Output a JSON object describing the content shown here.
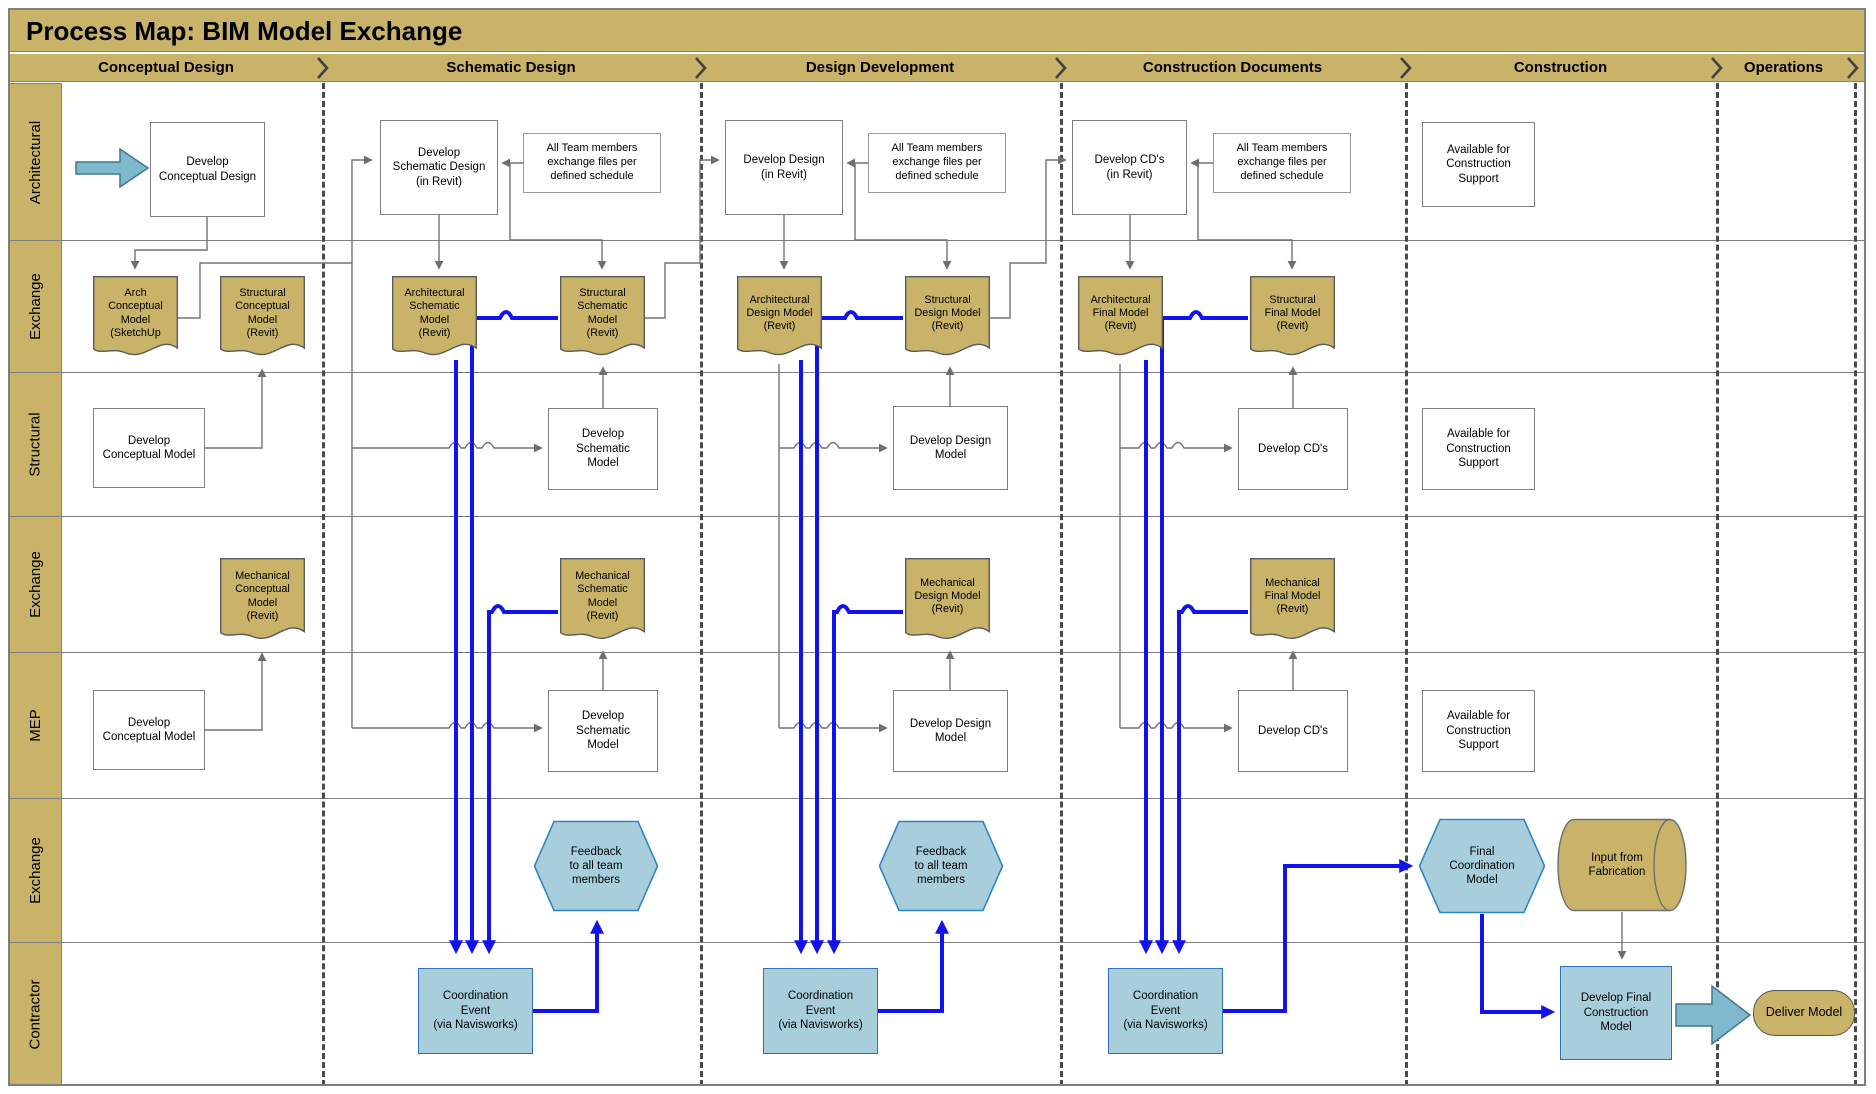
{
  "title": "Process Map: BIM Model Exchange",
  "phases": [
    "Conceptual Design",
    "Schematic Design",
    "Design Development",
    "Construction Documents",
    "Construction",
    "Operations"
  ],
  "lanes": [
    "Architectural",
    "Exchange",
    "Structural",
    "Exchange",
    "MEP",
    "Exchange",
    "Contractor"
  ],
  "colors": {
    "band_tan": "#C9B368",
    "document_tan": "#C9B368",
    "process_white": "#FFFFFF",
    "event_blue_fill": "#A8CEDC",
    "event_blue_border": "#2f6fbe",
    "flow_line_blue": "#1212EE",
    "connector_gray": "#737373",
    "handoff_arrow_teal": "#7FB9CD"
  },
  "nodes": {
    "c1_develop_conceptual_design": "Develop\nConceptual Design",
    "c1_arch_conceptual_model": "Arch\nConceptual\nModel\n(SketchUp",
    "c1_structural_conceptual_model": "Structural\nConceptual\nModel\n(Revit)",
    "c1_develop_conceptual_model_structural": "Develop\nConceptual Model",
    "c1_mechanical_conceptual_model": "Mechanical\nConceptual\nModel\n(Revit)",
    "c1_develop_conceptual_model_mep": "Develop\nConceptual Model",
    "c2_develop_schematic_design": "Develop\nSchematic Design\n(in Revit)",
    "c2_all_team_exchange": "All Team members\nexchange files per\ndefined schedule",
    "c2_architectural_schematic_model": "Architectural\nSchematic\nModel\n(Revit)",
    "c2_structural_schematic_model": "Structural\nSchematic\nModel\n(Revit)",
    "c2_develop_schematic_model_structural": "Develop\nSchematic\nModel",
    "c2_mechanical_schematic_model": "Mechanical\nSchematic\nModel\n(Revit)",
    "c2_develop_schematic_model_mep": "Develop\nSchematic\nModel",
    "c2_feedback": "Feedback\nto all team\nmembers",
    "c2_coordination_event": "Coordination\nEvent\n(via Navisworks)",
    "c3_develop_design": "Develop Design\n(in Revit)",
    "c3_all_team_exchange": "All Team members\nexchange files per\ndefined schedule",
    "c3_architectural_design_model": "Architectural\nDesign Model\n(Revit)",
    "c3_structural_design_model": "Structural\nDesign Model\n(Revit)",
    "c3_develop_design_model_structural": "Develop Design\nModel",
    "c3_mechanical_design_model": "Mechanical\nDesign Model\n(Revit)",
    "c3_develop_design_model_mep": "Develop Design\nModel",
    "c3_feedback": "Feedback\nto all team\nmembers",
    "c3_coordination_event": "Coordination\nEvent\n(via Navisworks)",
    "c4_develop_cds": "Develop CD's\n(in Revit)",
    "c4_all_team_exchange": "All Team members\nexchange files per\ndefined schedule",
    "c4_architectural_final_model": "Architectural\nFinal Model\n(Revit)",
    "c4_structural_final_model": "Structural\nFinal Model\n(Revit)",
    "c4_develop_cds_structural": "Develop CD's",
    "c4_mechanical_final_model": "Mechanical\nFinal Model\n(Revit)",
    "c4_develop_cds_mep": "Develop CD's",
    "c4_coordination_event": "Coordination\nEvent\n(via Navisworks)",
    "c5_available_arch": "Available for\nConstruction\nSupport",
    "c5_available_structural": "Available for\nConstruction\nSupport",
    "c5_available_mep": "Available for\nConstruction\nSupport",
    "c5_final_coordination_model": "Final\nCoordination\nModel",
    "c5_input_from_fabrication": "Input from\nFabrication",
    "c5_develop_final_construction_model": "Develop Final\nConstruction\nModel",
    "c6_deliver_model": "Deliver Model"
  }
}
